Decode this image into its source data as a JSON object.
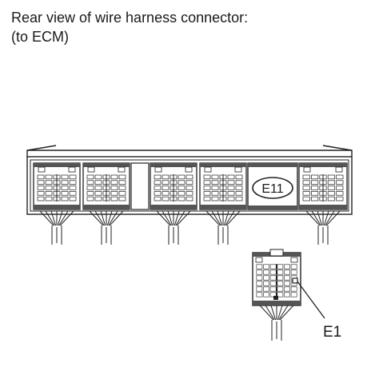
{
  "heading": {
    "line1": "Rear view of wire harness connector:",
    "line2": "(to ECM)"
  },
  "connectors": {
    "highlighted": "E11",
    "callout": "E1"
  },
  "colors": {
    "line": "#222222",
    "fill_dark": "#555555",
    "fill_light": "#ffffff",
    "text": "#1a1a1a"
  }
}
